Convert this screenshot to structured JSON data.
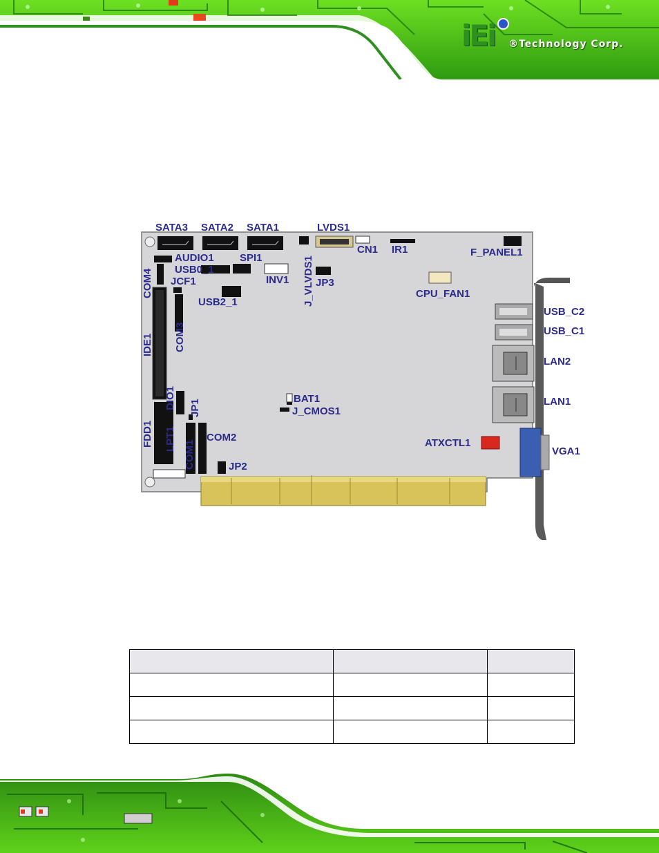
{
  "header": {
    "logo_mark": "iEi",
    "logo_text": "®Technology Corp."
  },
  "board": {
    "labels": {
      "sata3": "SATA3",
      "sata2": "SATA2",
      "sata1": "SATA1",
      "lvds1": "LVDS1",
      "cn1": "CN1",
      "ir1": "IR1",
      "f_panel1": "F_PANEL1",
      "audio1": "AUDIO1",
      "usb0_1": "USB0_1",
      "spi1": "SPI1",
      "inv1": "INV1",
      "jcf1": "JCF1",
      "jp3": "JP3",
      "usb2_1": "USB2_1",
      "cpu_fan1": "CPU_FAN1",
      "com4": "COM4",
      "j_vlvds1": "J_VLVDS1",
      "ide1": "IDE1",
      "com3": "COM3",
      "usb_c2": "USB_C2",
      "usb_c1": "USB_C1",
      "lan2": "LAN2",
      "lan1": "LAN1",
      "dio1": "DIO1",
      "jp1": "JP1",
      "bat1": "BAT1",
      "j_cmos1": "J_CMOS1",
      "fdd1": "FDD1",
      "lpt1": "LPT1",
      "com2": "COM2",
      "atxctl1": "ATXCTL1",
      "vga1": "VGA1",
      "com1": "COM1",
      "jp2": "JP2"
    }
  },
  "table": {
    "rows": [
      [
        "",
        "",
        ""
      ],
      [
        "",
        "",
        ""
      ],
      [
        "",
        "",
        ""
      ],
      [
        "",
        "",
        ""
      ]
    ]
  },
  "colors": {
    "circuit_green": "#5fd21a",
    "dark_green": "#0f5a0a",
    "label_blue": "#2b2b8c",
    "board_gray": "#d6d6d8",
    "gold": "#d8c25a",
    "atx_red": "#d8281e"
  }
}
